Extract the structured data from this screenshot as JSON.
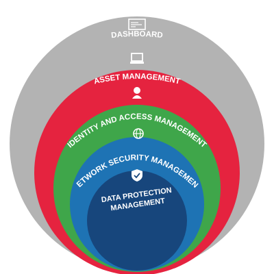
{
  "diagram": {
    "colors": {
      "dashboard": "#b3b3b3",
      "asset": "#e5233f",
      "identity": "#3fa64a",
      "network": "#1e73b4",
      "data": "#17467c",
      "text": "#ffffff"
    },
    "layers": [
      {
        "label": "DASHBOARD",
        "icon": "monitor-icon"
      },
      {
        "label": "ASSET MANAGEMENT",
        "icon": "laptop-icon"
      },
      {
        "label": "IDENTITY AND ACCESS MANAGEMENT",
        "icon": "user-icon"
      },
      {
        "label": "NETWORK SECURITY MANAGEMENT",
        "icon": "globe-icon"
      }
    ],
    "center": {
      "line1": "DATA PROTECTION",
      "line2": "MANAGEMENT",
      "icon": "shield-check-icon"
    }
  }
}
